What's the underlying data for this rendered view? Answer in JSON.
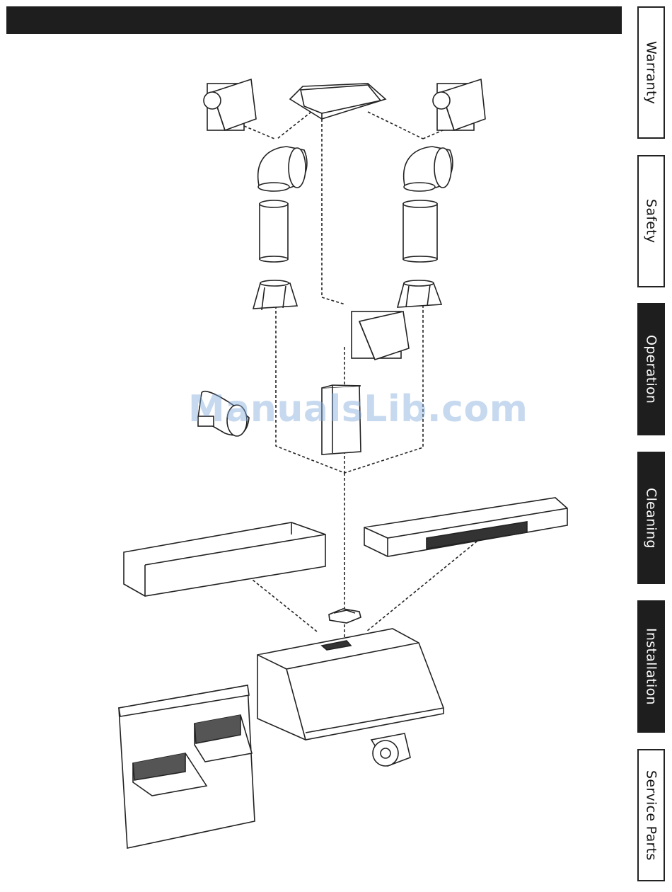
{
  "tabs": [
    {
      "label": "Warranty",
      "active": false
    },
    {
      "label": "Safety",
      "active": false
    },
    {
      "label": "Operation",
      "active": true
    },
    {
      "label": "Cleaning",
      "active": true
    },
    {
      "label": "Installation",
      "active": true
    },
    {
      "label": "Service Parts",
      "active": false
    }
  ],
  "watermark": "ManualsLib.com",
  "colors": {
    "header": "#1e1e1e",
    "line": "#222222",
    "watermark": "#82aadc"
  }
}
